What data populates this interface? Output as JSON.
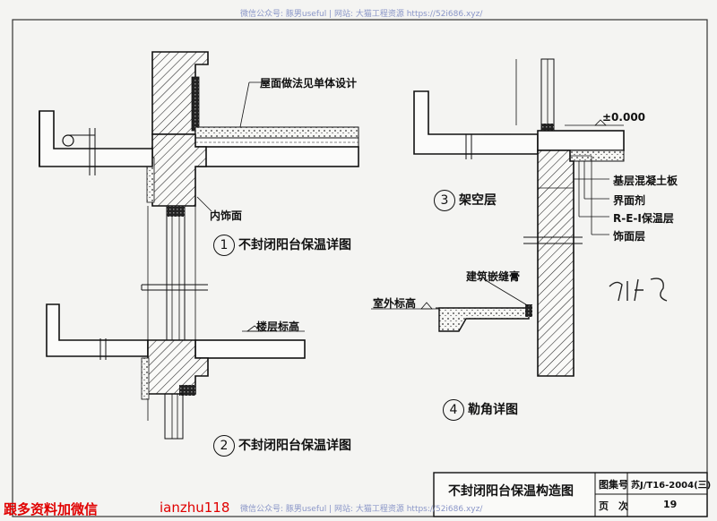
{
  "watermarks": {
    "top": "微信公众号: 豚男useful | 网站: 大猫工程资源 https://52i686.xyz/",
    "bottom": "微信公众号: 豚男useful | 网站: 大猫工程资源 https://52i686.xyz/"
  },
  "details": [
    {
      "num": "1",
      "title": "不封闭阳台保温详图"
    },
    {
      "num": "2",
      "title": "不封闭阳台保温详图"
    },
    {
      "num": "3",
      "title": "架空层"
    },
    {
      "num": "4",
      "title": "勒角详图"
    }
  ],
  "labels": {
    "roof": "屋面做法见单体设计",
    "inner_finish": "内饰面",
    "floor_level": "楼层标高",
    "zero_level": "±0.000",
    "base_concrete": "基层混凝土板",
    "interface_agent": "界面剂",
    "insulation": "R-E-Ⅰ保温层",
    "finish_layer": "饰面层",
    "sealant": "建筑嵌缝膏",
    "outdoor_level": "室外标高",
    "handwriting": "地下室"
  },
  "title_block": {
    "drawing_name": "不封闭阳台保温构造图",
    "atlas_label": "图集号",
    "atlas_no": "苏J/T16-2004(三)",
    "page_label": "页　次",
    "page_no": "19"
  },
  "bottom_notes": {
    "left": "跟多资料加微信",
    "right": "ianzhu118"
  }
}
